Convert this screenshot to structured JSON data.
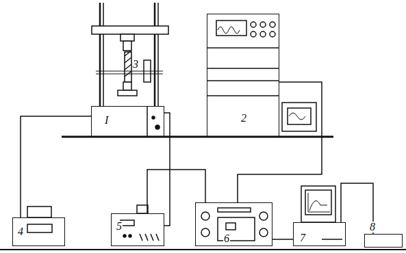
{
  "diagram": {
    "nodes": [
      {
        "text": [
          "I"
        ]
      },
      {
        "text": [
          "2"
        ]
      },
      {
        "text": [
          "4"
        ]
      },
      {
        "text": [
          "5"
        ]
      },
      {
        "text": [
          "6"
        ]
      },
      {
        "text": [
          "7"
        ]
      },
      {
        "text": [
          "8"
        ]
      }
    ],
    "edges": [
      {
        "from": 0,
        "to": 2,
        "arrow": "none"
      },
      {
        "from": 0,
        "to": 3,
        "arrow": "none"
      },
      {
        "from": 3,
        "to": 4,
        "arrow": "none"
      },
      {
        "from": 1,
        "to": 4,
        "arrow": "none"
      },
      {
        "from": 4,
        "to": 5,
        "arrow": "none"
      },
      {
        "from": 5,
        "to": 6,
        "arrow": "none"
      }
    ],
    "labels": [
      "3"
    ]
  }
}
